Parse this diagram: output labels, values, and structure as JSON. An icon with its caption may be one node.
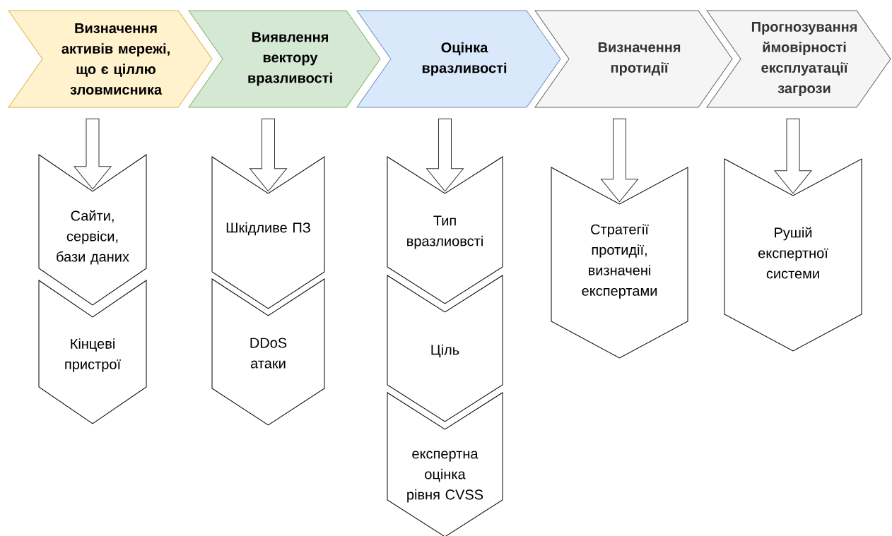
{
  "diagram": {
    "nodes": [
      {
        "text": [
          "Визначення активів мережі, що є ціллю зловмисника"
        ]
      },
      {
        "text": [
          "Виявлення вектору вразливості"
        ]
      },
      {
        "text": [
          "Оцінка вразливості"
        ]
      },
      {
        "text": [
          "Визначення протидії"
        ]
      },
      {
        "text": [
          "Прогнозування ймовірності експлуатації загрози"
        ]
      },
      {
        "text": [
          "Сайти, сервіси, бази даних"
        ]
      },
      {
        "text": [
          "Кінцеві пристрої"
        ]
      },
      {
        "text": [
          "Шкідливе ПЗ"
        ]
      },
      {
        "text": [
          "DDoS атаки"
        ]
      },
      {
        "text": [
          "Тип вразлиовсті"
        ]
      },
      {
        "text": [
          "Ціль"
        ]
      },
      {
        "text": [
          "експертна оцінка рівня CVSS"
        ]
      },
      {
        "text": [
          "Стратегії протидії, визначені експертами"
        ]
      },
      {
        "text": [
          "Рушій експертної системи"
        ]
      }
    ],
    "edges": [
      {
        "from": 0,
        "to": 5,
        "arrow": "to"
      },
      {
        "from": 1,
        "to": 7,
        "arrow": "to"
      },
      {
        "from": 2,
        "to": 9,
        "arrow": "to"
      },
      {
        "from": 3,
        "to": 12,
        "arrow": "to"
      },
      {
        "from": 4,
        "to": 13,
        "arrow": "to"
      }
    ]
  }
}
